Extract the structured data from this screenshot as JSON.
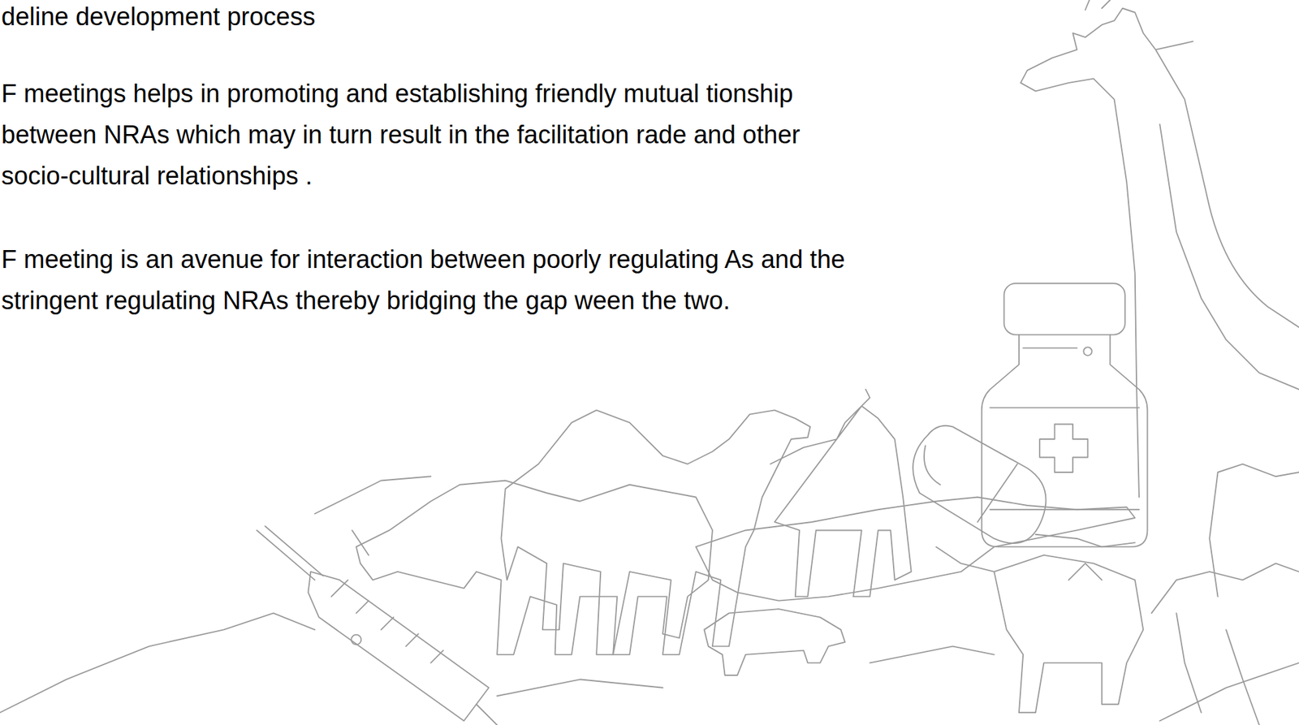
{
  "diagram": {
    "labels": [
      "deline development process",
      "F meetings helps in promoting and establishing friendly mutual tionship between NRAs which may in turn result in the facilitation rade and other socio-cultural relationships .",
      "F meeting is an avenue for interaction between poorly regulating As and the stringent regulating NRAs thereby bridging the gap ween the two."
    ]
  }
}
